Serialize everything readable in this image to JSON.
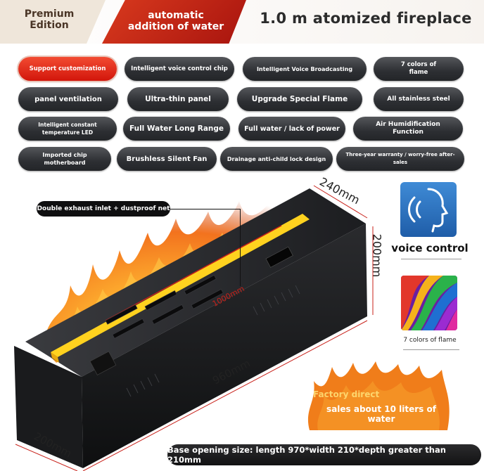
{
  "header": {
    "premium_label": "Premium\nEdition",
    "auto_label": "automatic\naddition of water",
    "title": "1.0 m atomized fireplace"
  },
  "features": [
    {
      "label": "Support customization",
      "highlight": true
    },
    {
      "label": "Intelligent voice control chip"
    },
    {
      "label": "Intelligent Voice Broadcasting"
    },
    {
      "label": "7 colors of\nflame"
    },
    {
      "label": "panel ventilation"
    },
    {
      "label": "Ultra-thin panel"
    },
    {
      "label": "Upgrade Special Flame"
    },
    {
      "label": "All stainless steel"
    },
    {
      "label": "Intelligent constant\ntemperature LED"
    },
    {
      "label": "Full Water Long Range"
    },
    {
      "label": "Full water / lack of power"
    },
    {
      "label": "Air Humidification\nFunction"
    },
    {
      "label": "Imported chip motherboard"
    },
    {
      "label": "Brushless Silent Fan"
    },
    {
      "label": "Drainage anti-child lock design"
    },
    {
      "label": "Three-year warranty / worry-free after-sales"
    }
  ],
  "product": {
    "callout": "Double exhaust inlet + dustproof net",
    "dim_depth": "240mm",
    "dim_height": "200mm",
    "dim_length": "960mm",
    "dim_width": "200mm",
    "dim_flame": "1000mm"
  },
  "side": {
    "voice_label": "voice control",
    "color_label": "7 colors of flame"
  },
  "water": {
    "line1": "Factory direct",
    "line2": "sales about 10 liters of\nwater"
  },
  "footer": {
    "text": "Base opening size: length 970*width 210*depth greater than 210mm"
  },
  "colors": {
    "accent_red": "#d9261a",
    "pill_dark": "#2d2f33",
    "flame_orange": "#f28a1e"
  }
}
